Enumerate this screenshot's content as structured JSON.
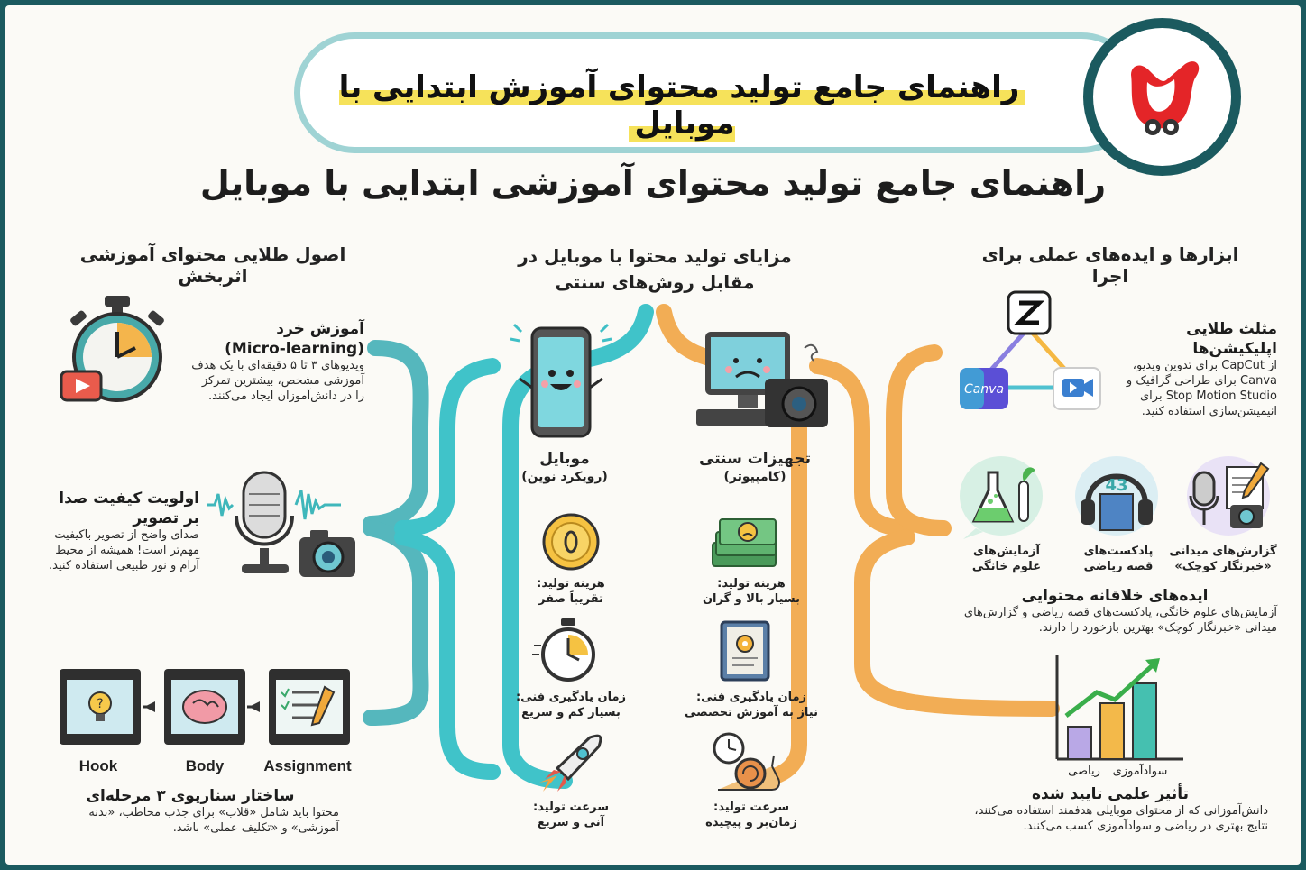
{
  "header": {
    "banner_title": "راهنمای جامع تولید محتوای آموزش ابتدایی با موبایل",
    "main_title": "راهنمای جامع تولید محتوای آموزشی ابتدایی با موبایل"
  },
  "columns": {
    "left_title": "اصول طلایی محتوای آموزشی اثربخش",
    "center_title_1": "مزایای تولید محتوا با موبایل در",
    "center_title_2": "مقابل روش‌های سنتی",
    "right_title": "ابزارها و ایده‌های عملی برای اجرا"
  },
  "principles": {
    "micro_title_1": "آموزش خرد",
    "micro_title_2": "(Micro-learning)",
    "micro_text_1": "ویدیوهای ۳ تا ۵ دقیقه‌ای با یک هدف",
    "micro_text_2": "آموزشی مشخص، بیشترین تمرکز",
    "micro_text_3": "را در دانش‌آموزان ایجاد می‌کنند.",
    "audio_title_1": "اولویت کیفیت صدا",
    "audio_title_2": "بر تصویر",
    "audio_text_1": "صدای واضح از تصویر باکیفیت",
    "audio_text_2": "مهم‌تر است! همیشه از محیط",
    "audio_text_3": "آرام و نور طبیعی استفاده کنید.",
    "step_hook": "Hook",
    "step_body": "Body",
    "step_assignment": "Assignment",
    "scenario_title": "ساختار سناریوی ۳ مرحله‌ای",
    "scenario_text_1": "محتوا باید شامل «قلاب» برای جذب مخاطب، «بدنه",
    "scenario_text_2": "آموزشی» و «تکلیف عملی» باشد."
  },
  "comparison": {
    "mobile_title": "موبایل",
    "mobile_sub": "(رویکرد نوین)",
    "traditional_title": "تجهیزات سنتی",
    "traditional_sub": "(کامپیوتر)",
    "mobile_cost_1": "هزینه تولید:",
    "mobile_cost_2": "تقریباً صفر",
    "mobile_learn_1": "زمان یادگیری فنی:",
    "mobile_learn_2": "بسیار کم و سریع",
    "mobile_speed_1": "سرعت تولید:",
    "mobile_speed_2": "آنی و سریع",
    "trad_cost_1": "هزینه تولید:",
    "trad_cost_2": "بسیار بالا و گران",
    "trad_learn_1": "زمان یادگیری فنی:",
    "trad_learn_2": "نیاز به آموزش تخصصی",
    "trad_speed_1": "سرعت تولید:",
    "trad_speed_2": "زمان‌بر و پیچیده"
  },
  "tools": {
    "triangle_title": "مثلث طلایی اپلیکیشن‌ها",
    "triangle_text_1": "از CapCut برای تدوین ویدیو،",
    "triangle_text_2": "Canva برای طراحی گرافیک و",
    "triangle_text_3": "Stop Motion Studio برای",
    "triangle_text_4": "انیمیشن‌سازی استفاده کنید.",
    "canva_label": "Canva",
    "idea_1_a": "گزارش‌های میدانی",
    "idea_1_b": "«خبرنگار کوچک»",
    "idea_2_a": "پادکست‌های",
    "idea_2_b": "قصه ریاضی",
    "idea_3_a": "آزمایش‌های",
    "idea_3_b": "علوم خانگی",
    "podcast_digits": "43",
    "ideas_title": "ایده‌های خلاقانه محتوایی",
    "ideas_text_1": "آزمایش‌های علوم خانگی، پادکست‌های قصه ریاضی و گزارش‌های",
    "ideas_text_2": "میدانی «خبرنگار کوچک» بهترین بازخورد را دارند.",
    "bar_label_1": "سوادآموزی",
    "bar_label_2": "ریاضی",
    "impact_title": "تأثیر علمی تایید شده",
    "impact_text_1": "دانش‌آموزانی که از محتوای موبایلی هدفمند استفاده می‌کنند،",
    "impact_text_2": "نتایج بهتری در ریاضی و سوادآموزی کسب می‌کنند."
  },
  "colors": {
    "teal": "#3fbfc6",
    "orange": "#f4ad52",
    "frame": "#1b5a5f",
    "highlight": "#f6e25a"
  }
}
